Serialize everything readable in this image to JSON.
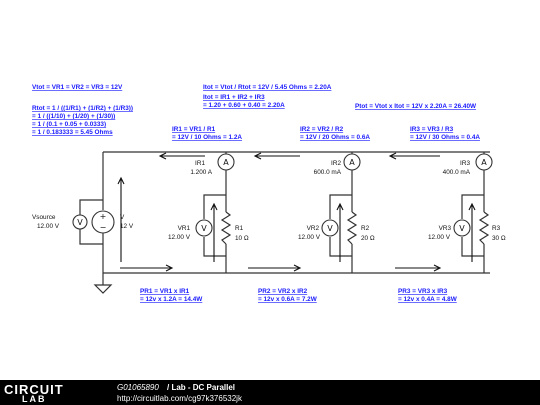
{
  "equations": {
    "vtot": "Vtot = VR1 = VR2 = VR3 = 12V",
    "rtot_1": "Rtot = 1 / ((1/R1) + (1/R2) + (1/R3))",
    "rtot_2": "= 1 / ((1/10) + (1/20) + (1/30))",
    "rtot_3": "= 1 / (0.1 + 0.05 + 0.0333)",
    "rtot_4": "= 1 / 0.183333 = 5.45 Ohms",
    "itot_1": "Itot = Vtot / Rtot = 12V / 5.45 Ohms = 2.20A",
    "itot_2": "Itot = IR1 + IR2 + IR3",
    "itot_3": "= 1.20 + 0.60 + 0.40 = 2.20A",
    "ptot": "Ptot = Vtot x Itot = 12V x 2.20A = 26.40W",
    "ir1_1": "IR1 = VR1 / R1",
    "ir1_2": "= 12V / 10 Ohms = 1.2A",
    "ir2_1": "IR2 = VR2 / R2",
    "ir2_2": "= 12V / 20 Ohms = 0.6A",
    "ir3_1": "IR3 = VR3 / R3",
    "ir3_2": "= 12V / 30 Ohms = 0.4A",
    "pr1_1": "PR1 = VR1 x IR1",
    "pr1_2": "= 12v x 1.2A = 14.4W",
    "pr2_1": "PR2 = VR2 x IR2",
    "pr2_2": "= 12v x 0.6A = 7.2W",
    "pr3_1": "PR3 = VR3 x IR3",
    "pr3_2": "= 12v x 0.4A = 4.8W"
  },
  "components": {
    "vsource_name": "Vsource",
    "vsource_value": "12.00 V",
    "vsource_v": "V",
    "vsource_v_value": "12 V",
    "ir1_name": "IR1",
    "ir1_value": "1.200 A",
    "ir2_name": "IR2",
    "ir2_value": "600.0 mA",
    "ir3_name": "IR3",
    "ir3_value": "400.0 mA",
    "vr1_name": "VR1",
    "vr1_value": "12.00 V",
    "vr2_name": "VR2",
    "vr2_value": "12.00 V",
    "vr3_name": "VR3",
    "vr3_value": "12.00 V",
    "r1_name": "R1",
    "r1_value": "10 Ω",
    "r2_name": "R2",
    "r2_value": "20 Ω",
    "r3_name": "R3",
    "r3_value": "30 Ω",
    "ammeter_symbol": "A",
    "voltmeter_symbol": "V",
    "plus": "+",
    "minus": "−"
  },
  "footer": {
    "logo_top": "CIRCUIT",
    "logo_bottom": "LAB",
    "circuit_id": "G01065890",
    "title": "/ Lab - DC Parallel",
    "url": "http://circuitlab.com/cg97k376532jk"
  },
  "colors": {
    "equation_text": "#1a1aff",
    "footer_bg": "#000000",
    "wire": "#333333"
  }
}
